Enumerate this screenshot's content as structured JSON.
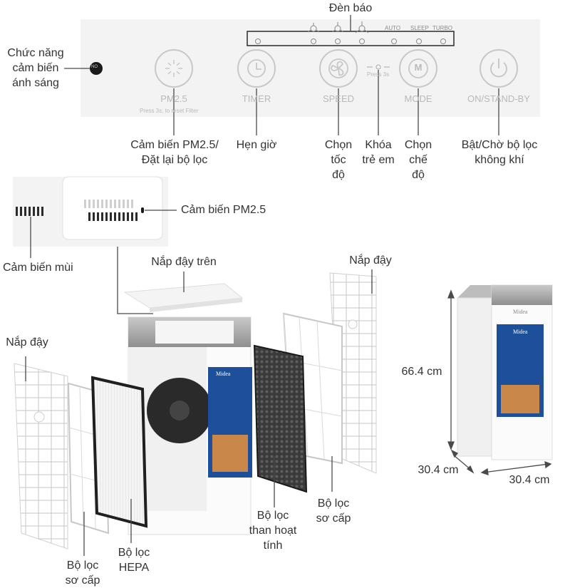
{
  "indicator_title": "Đèn báo",
  "panel": {
    "pm25": "PM2.5",
    "pm25_sub": "Press 3s, to reset Filter",
    "timer": "TIMER",
    "speed": "SPEED",
    "lock_sub": "Press 3s",
    "mode": "MODE",
    "mode_glyph": "M",
    "power": "ON/STAND-BY",
    "light_sensor_text": "NO",
    "ind_auto": "AUTO",
    "ind_sleep": "SLEEP",
    "ind_turbo": "TURBO"
  },
  "labels": {
    "light_sensor": [
      "Chức năng",
      "cảm biến",
      "ánh sáng"
    ],
    "pm25_reset": [
      "Cảm biến PM2.5/",
      "Đặt lại bộ lọc"
    ],
    "timer": [
      "Hẹn giờ"
    ],
    "speed": [
      "Chọn",
      "tốc",
      "độ"
    ],
    "child_lock": [
      "Khóa",
      "trẻ em"
    ],
    "mode": [
      "Chọn",
      "chế",
      "độ"
    ],
    "power": [
      "Bật/Chờ bộ lọc",
      "không khí"
    ],
    "pm25_sensor": "Cảm biến PM2.5",
    "odor_sensor": "Cảm biến mùi",
    "top_cover": "Nắp đậy trên",
    "right_cover": "Nắp đậy",
    "left_cover": "Nắp đậy",
    "carbon_filter": [
      "Bộ lọc",
      "than hoạt",
      "tính"
    ],
    "pre_filter_right": [
      "Bộ lọc",
      "sơ cấp"
    ],
    "hepa_filter": [
      "Bộ lọc",
      "HEPA"
    ],
    "pre_filter_left": [
      "Bộ lọc",
      "sơ cấp"
    ]
  },
  "dimensions": {
    "height": "66.4 cm",
    "depth": "30.4 cm",
    "width": "30.4 cm"
  },
  "brand": "Midea",
  "colors": {
    "line": "#4a4a4a",
    "highlight": "#2a2a2a",
    "panel_bg": "#f3f3f3",
    "panel_icon": "#c8c8c8",
    "device_white": "#fbfbfb",
    "device_band": "#a9a9a9",
    "sticker_blue": "#1d4f9a",
    "filter_black": "#2b2b2b"
  }
}
